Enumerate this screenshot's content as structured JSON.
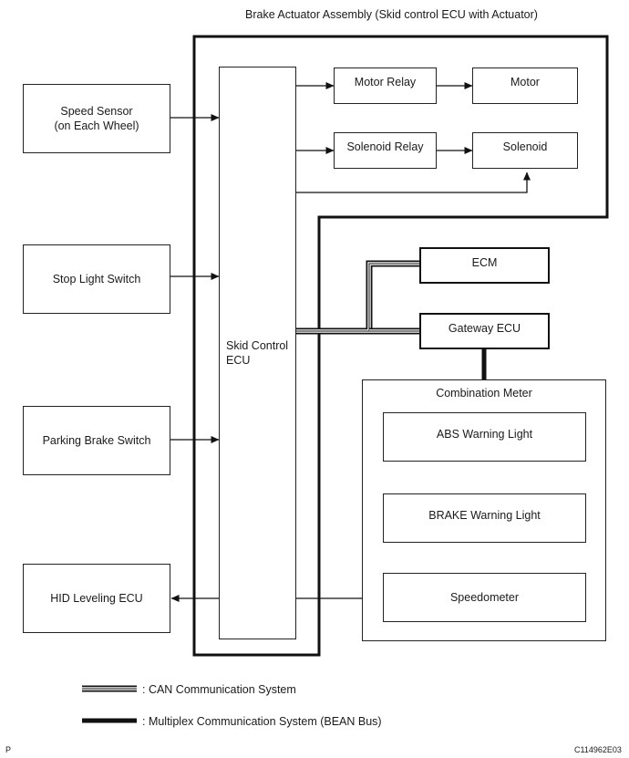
{
  "assembly_title": "Brake Actuator Assembly (Skid control ECU with Actuator)",
  "blocks": {
    "speed_sensor": "Speed Sensor\n(on Each Wheel)",
    "stop_light_switch": "Stop Light Switch",
    "parking_brake_switch": "Parking Brake Switch",
    "hid_leveling_ecu": "HID Leveling ECU",
    "skid_control_ecu": "Skid Control\nECU",
    "motor_relay": "Motor Relay",
    "motor": "Motor",
    "solenoid_relay": "Solenoid Relay",
    "solenoid": "Solenoid",
    "ecm": "ECM",
    "gateway_ecu": "Gateway ECU",
    "combination_meter": "Combination Meter",
    "abs_warning_light": "ABS Warning Light",
    "brake_warning_light": "BRAKE Warning Light",
    "speedometer": "Speedometer"
  },
  "legend": {
    "can": ": CAN Communication System",
    "bean": ": Multiplex Communication System (BEAN Bus)"
  },
  "page_mark": "P",
  "figure_code": "C114962E03"
}
